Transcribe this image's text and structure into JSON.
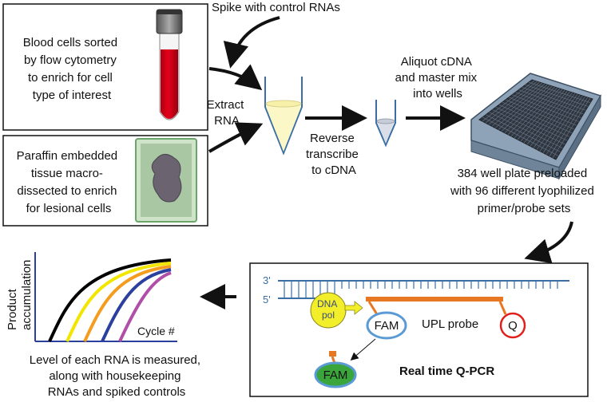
{
  "spike_label": "Spike with control RNAs",
  "blood_box": {
    "lines": [
      "Blood cells sorted",
      "by flow cytometry",
      "to enrich for cell",
      "type of interest"
    ]
  },
  "tissue_box": {
    "lines": [
      "Paraffin embedded",
      "tissue macro-",
      "dissected to enrich",
      "for lesional cells"
    ]
  },
  "extract_label": [
    "Extract",
    "RNA"
  ],
  "reverse_label": [
    "Reverse",
    "transcribe",
    "to cDNA"
  ],
  "aliquot_label": [
    "Aliquot cDNA",
    "and master mix",
    "into wells"
  ],
  "plate_label": [
    "384 well plate preloaded",
    "with 96 different lyophilized",
    "primer/probe sets"
  ],
  "qpcr": {
    "strand_top": "3'",
    "strand_bottom": "5'",
    "polymerase": [
      "DNA",
      "pol"
    ],
    "fam": "FAM",
    "probe": "UPL probe",
    "quencher": "Q",
    "released_fam": "FAM",
    "title": "Real time Q-PCR"
  },
  "chart": {
    "ylabel": [
      "Product",
      "accumulation"
    ],
    "xlabel": "Cycle #"
  },
  "result_label": [
    "Level of each RNA is measured,",
    "along with housekeeping",
    "RNAs and spiked controls"
  ],
  "colors": {
    "blood": "#e3001b",
    "probe": "#e87722",
    "strand": "#3a6ea5",
    "fam_ring": "#5b9bd5",
    "fam_fill": "#3aa53a",
    "quencher": "#e0201c",
    "pol": "#f2ef2a",
    "curves": [
      "#000000",
      "#f2e600",
      "#f39c1e",
      "#2b3f9e",
      "#b04fa8"
    ]
  }
}
